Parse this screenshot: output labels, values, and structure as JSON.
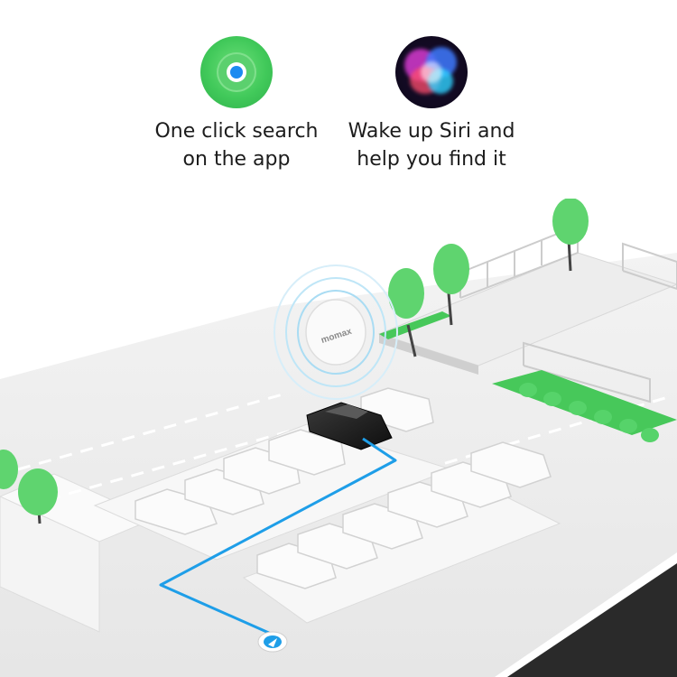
{
  "features": [
    {
      "icon": "find-my-icon",
      "line1": "One click search",
      "line2": "on the app"
    },
    {
      "icon": "siri-icon",
      "line1": "Wake up Siri and",
      "line2": "help you find it"
    }
  ],
  "tracker_brand": "momax",
  "colors": {
    "accent_green": "#47c85a",
    "path_blue": "#1e9ee8",
    "background": "#ffffff"
  }
}
